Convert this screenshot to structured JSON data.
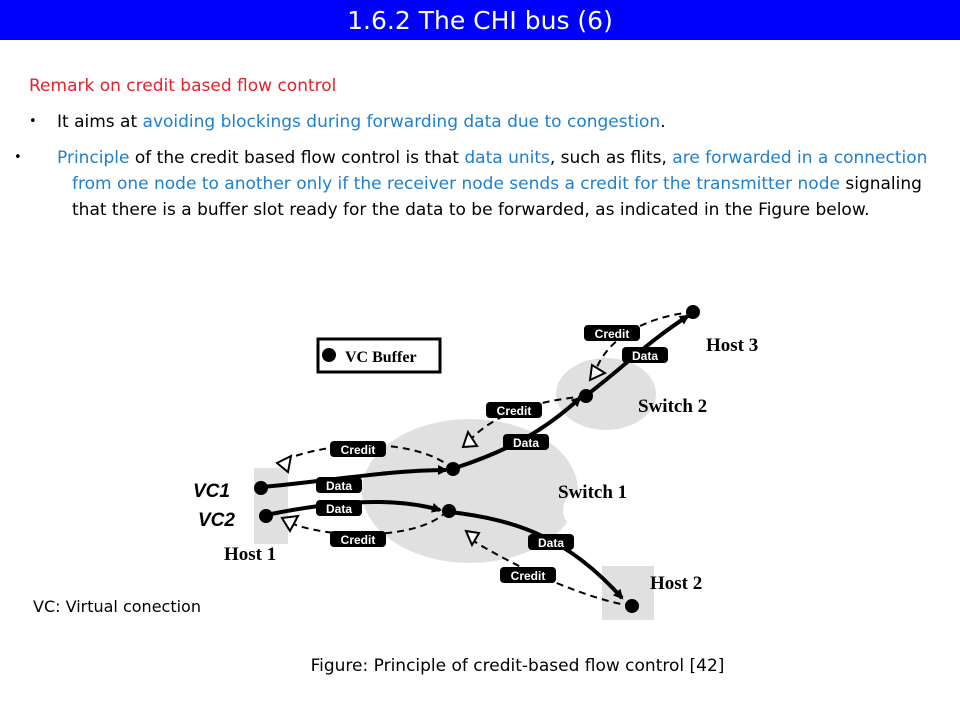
{
  "header": {
    "title": "1.6.2 The CHI bus (6)"
  },
  "remark": "Remark on credit based flow control",
  "bullets": [
    {
      "marker": "•",
      "segments": [
        {
          "text": "It aims at ",
          "highlight": false
        },
        {
          "text": "avoiding blockings during forwarding data due to congestion",
          "highlight": true
        },
        {
          "text": ".",
          "highlight": false
        }
      ]
    },
    {
      "marker": "•",
      "segments": [
        {
          "text": "Principle",
          "highlight": true
        },
        {
          "text": " of the credit based flow control is that ",
          "highlight": false
        },
        {
          "text": "data units",
          "highlight": true
        },
        {
          "text": ", such as flits, ",
          "highlight": false
        },
        {
          "text": "are forwarded in a connection from one node to another only if the receiver node sends a credit for the transmitter node",
          "highlight": true
        },
        {
          "text": " signaling that there is a buffer slot ready for the data to be forwarded, as indicated in the Figure below.",
          "highlight": false
        }
      ]
    }
  ],
  "figure": {
    "legend": "VC Buffer",
    "vc1": "VC1",
    "vc2": "VC2",
    "host1": "Host 1",
    "host2": "Host 2",
    "host3": "Host 3",
    "switch1": "Switch 1",
    "switch2": "Switch 2",
    "data_tag": "Data",
    "credit_tag": "Credit"
  },
  "vc_note": "VC: Virtual conection",
  "caption": "Figure: Principle of credit-based flow control [42]",
  "colors": {
    "title_bg": "#0000ff",
    "remark": "#e8202a",
    "highlight": "#1e7fd0"
  }
}
